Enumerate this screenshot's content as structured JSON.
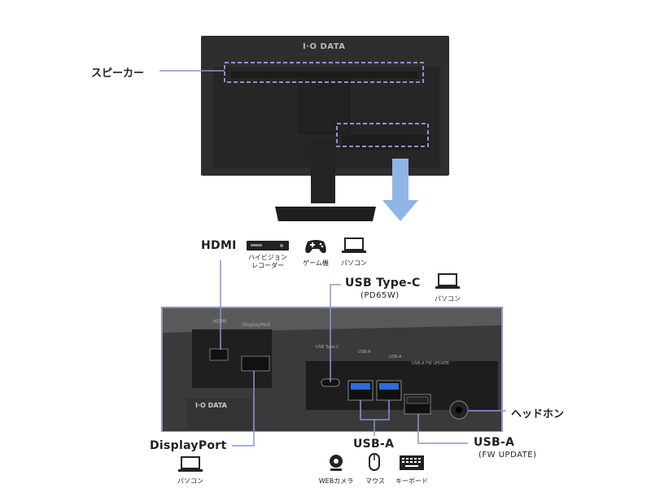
{
  "brand": "I·O DATA",
  "labels": {
    "speaker": "スピーカー",
    "hdmi": "HDMI",
    "usb_type_c": "USB Type-C",
    "usb_type_c_power": "(PD65W)",
    "displayport": "DisplayPort",
    "usb_a": "USB-A",
    "usb_a_fw": "USB-A",
    "usb_a_fw_note": "(FW UPDATE)",
    "headphone": "ヘッドホン"
  },
  "devices": {
    "hdmi_recorder": "ハイビジョン\nレコーダー",
    "hdmi_game": "ゲーム機",
    "hdmi_pc": "パソコン",
    "usbc_pc": "パソコン",
    "dp_pc": "パソコン",
    "usba_webcam": "WEBカメラ",
    "usba_mouse": "マウス",
    "usba_keyboard": "キーボード"
  },
  "port_printing": {
    "hdmi": "HDMI",
    "displayport": "DisplayPort",
    "usbc": "USB Type-C",
    "usba1": "USB-A",
    "usba2": "USB-A",
    "usba_fw": "USB-A FW UPDATE"
  },
  "colors": {
    "accent": "#8b93d8",
    "arrow": "#8fb4e8",
    "monitor": "#2b2b2b",
    "usb3_blue": "#2a6fd6"
  }
}
